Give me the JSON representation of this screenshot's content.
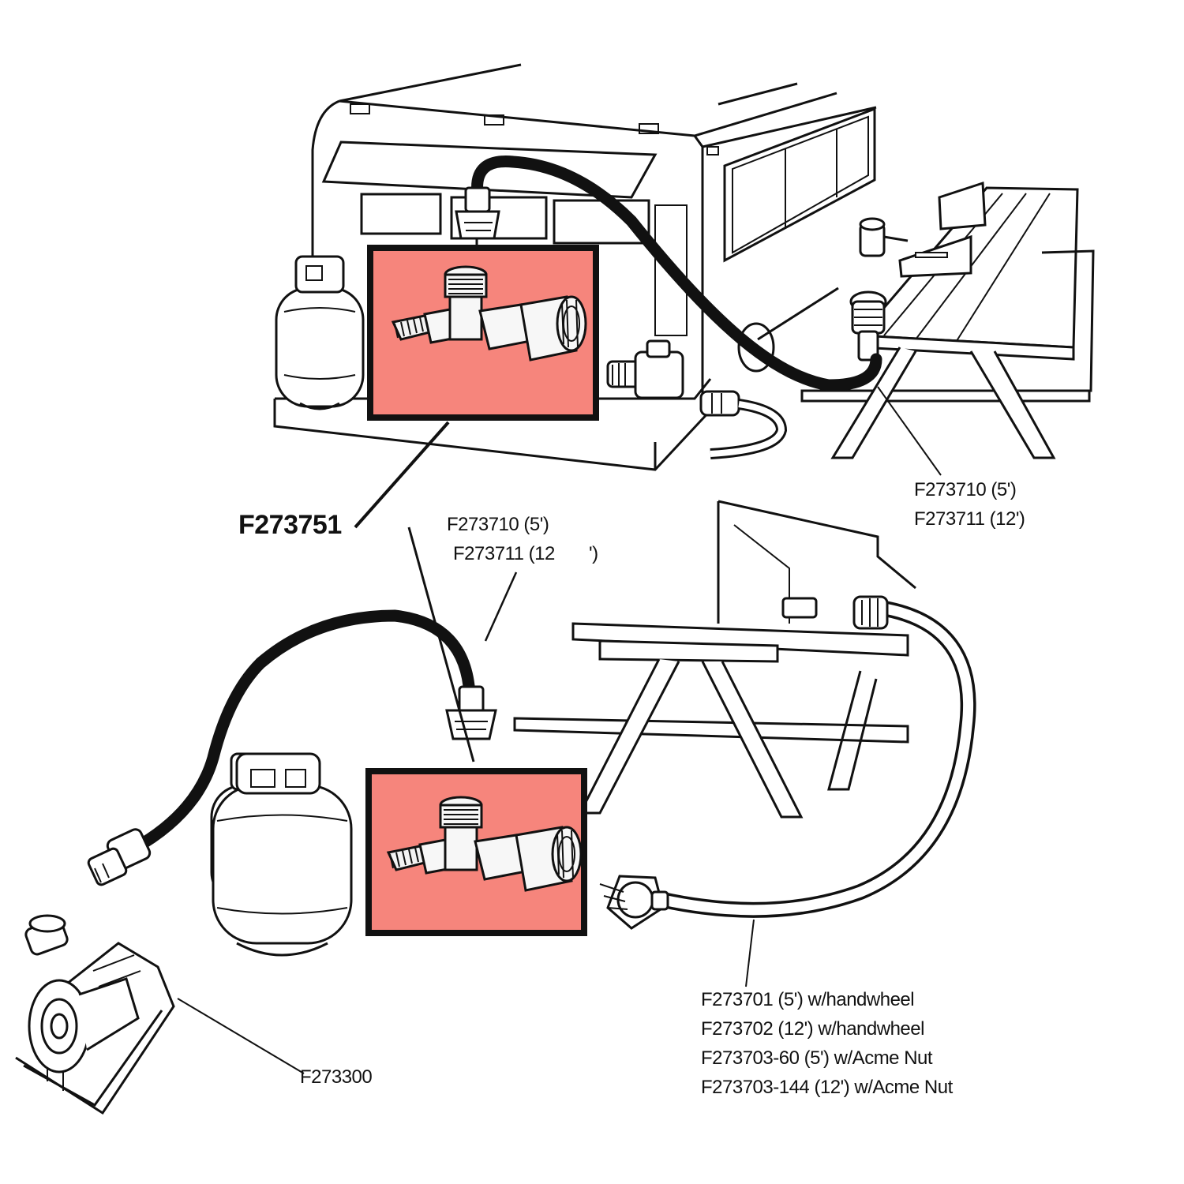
{
  "labels": {
    "tee_adapter": "F273751",
    "hose_rv_to_table": [
      "F273710 (5')",
      "F273711 (12')"
    ],
    "hose_bottom": [
      "F273710 (5')",
      "F273711 (12       ')"
    ],
    "tank_hose": [
      "F273701 (5') w/handwheel",
      "F273702 (12') w/handwheel",
      "F273703-60 (5') w/Acme Nut",
      "F273703-144 (12') w/Acme Nut"
    ],
    "heater": "F273300"
  },
  "colors": {
    "highlight": "#f6857c",
    "line": "#111111",
    "background": "#ffffff"
  }
}
